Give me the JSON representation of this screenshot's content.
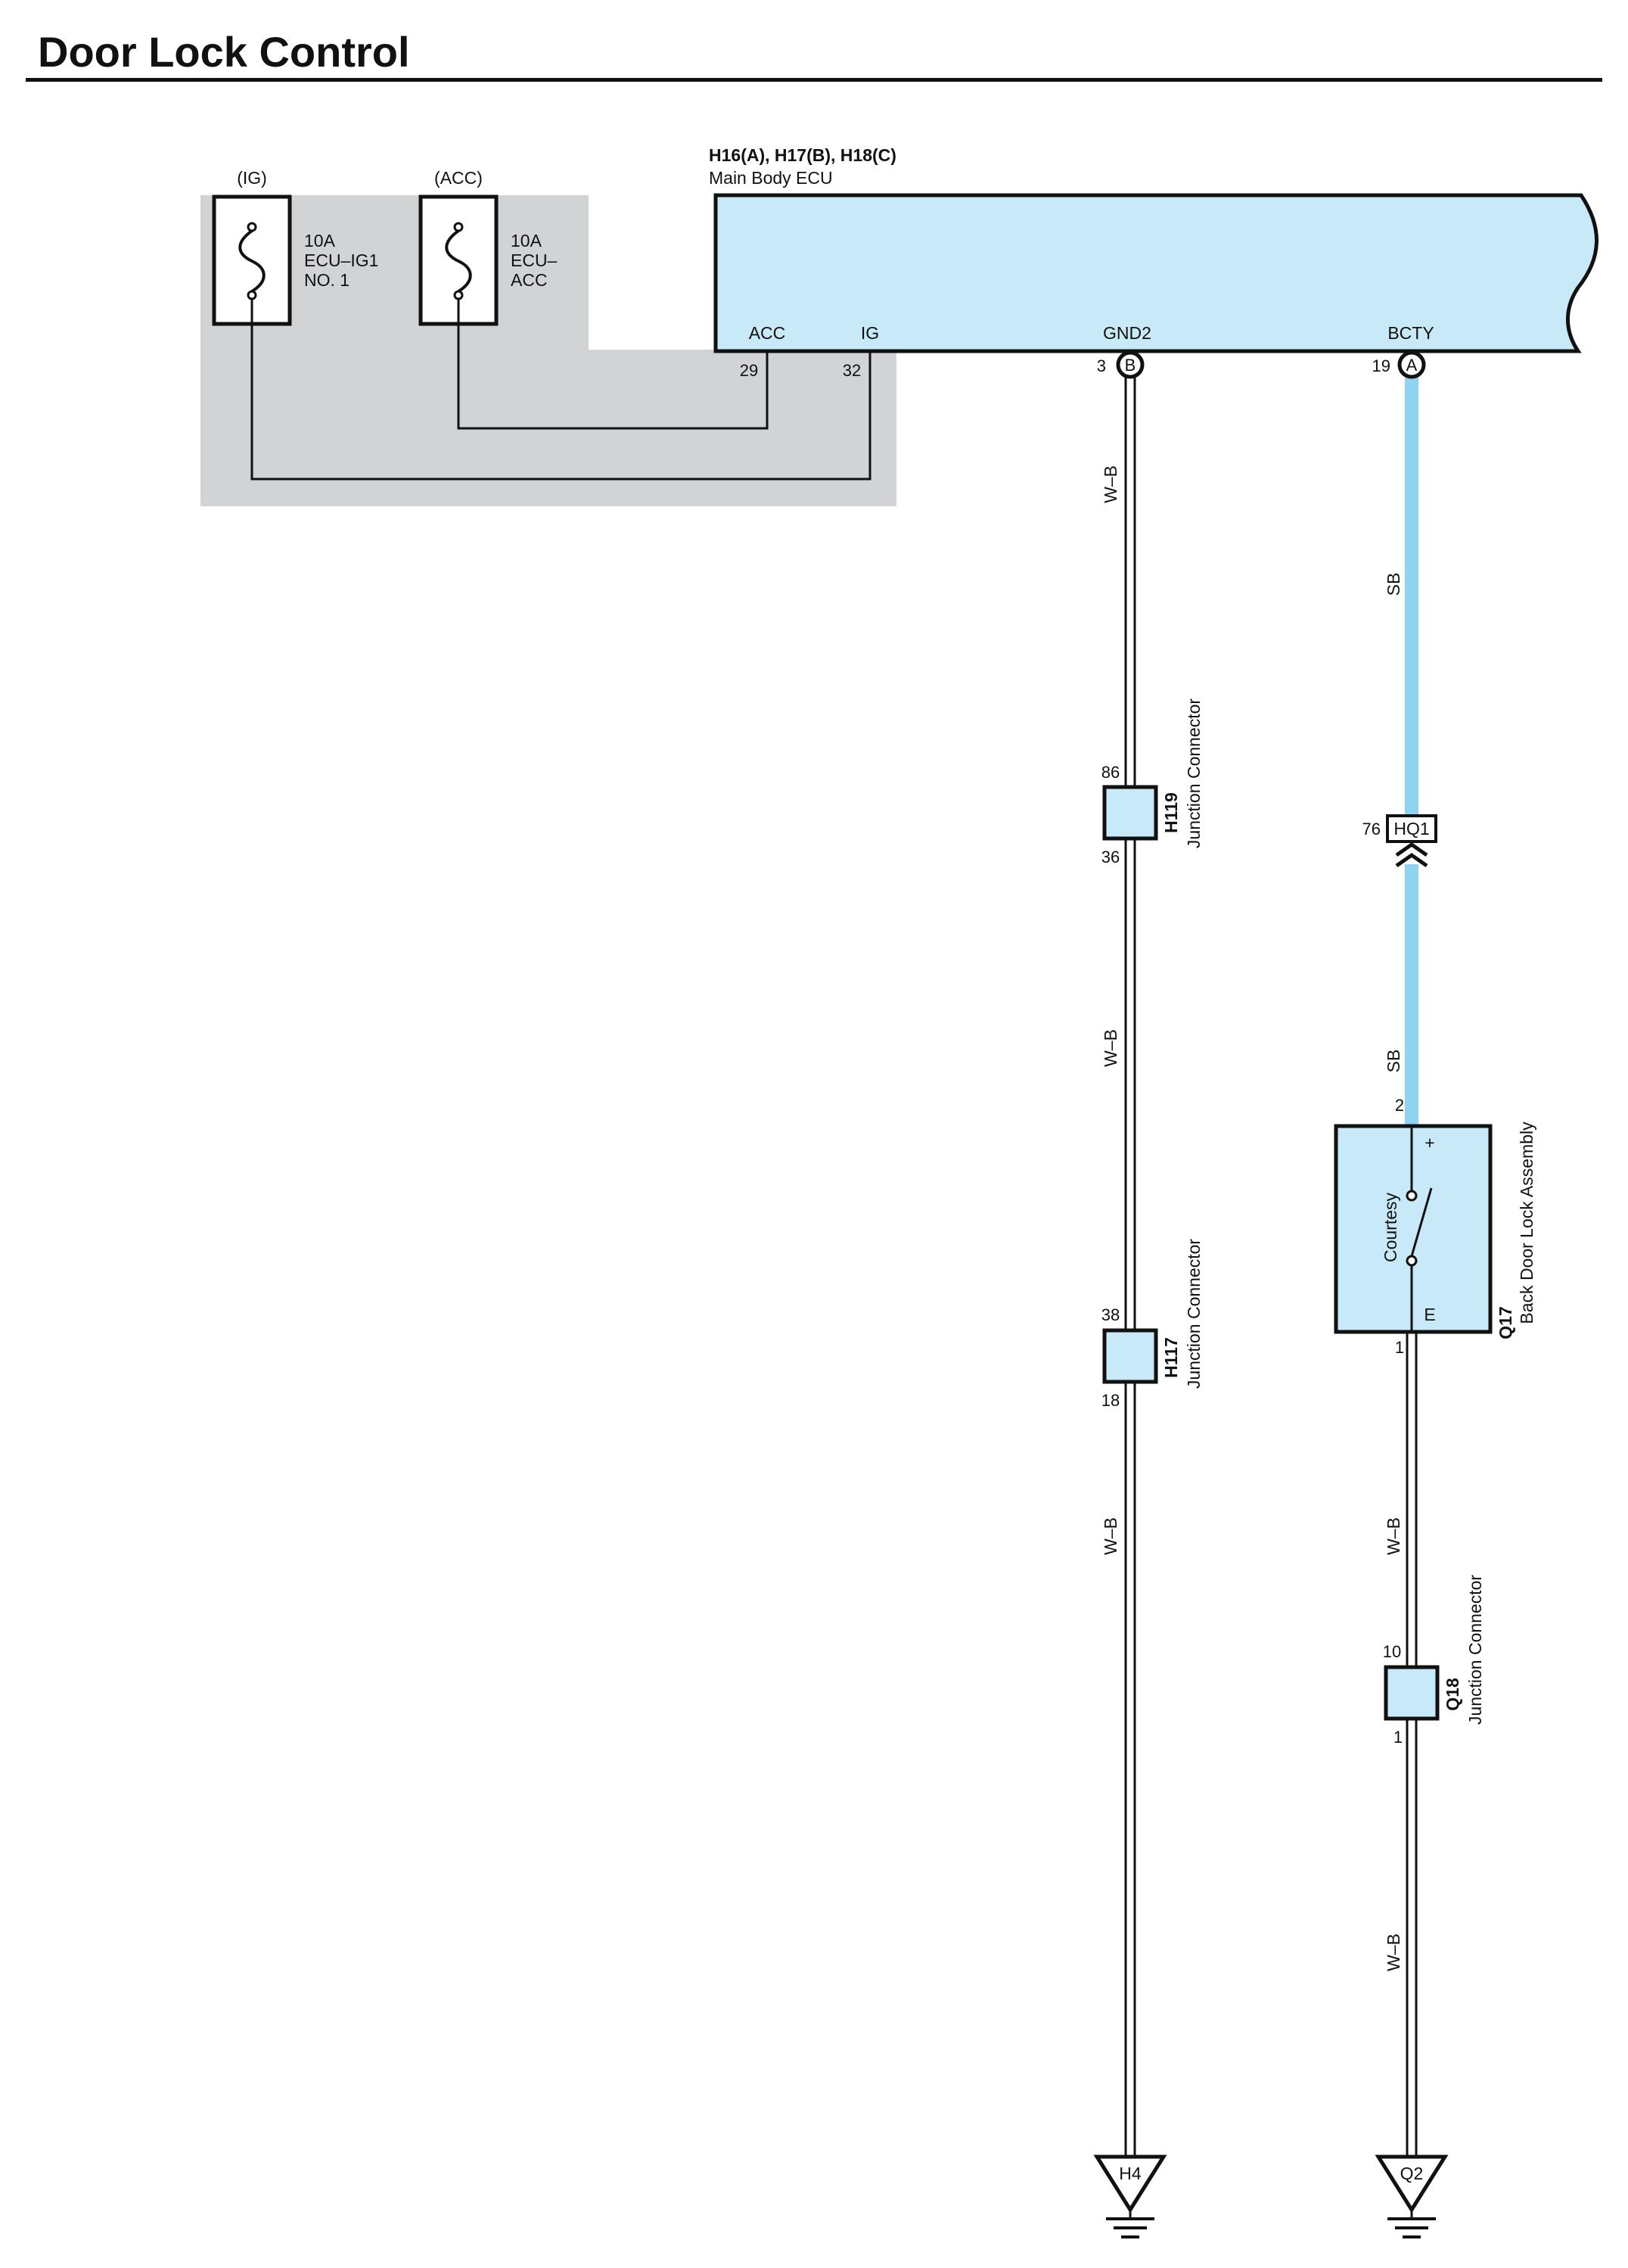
{
  "title": "Door Lock Control",
  "colors": {
    "ecu_fill": "#c8e9f8",
    "fuse_area_fill": "#d2d3d5",
    "sb_wire": "#8fd3f3",
    "line": "#111111"
  },
  "fuses": {
    "ig": {
      "circuit": "(IG)",
      "rating": "10A",
      "name_line1": "ECU–IG1",
      "name_line2": "NO. 1"
    },
    "acc": {
      "circuit": "(ACC)",
      "rating": "10A",
      "name_line1": "ECU–",
      "name_line2": "ACC"
    }
  },
  "ecu": {
    "connectors": "H16(A), H17(B), H18(C)",
    "name": "Main Body ECU",
    "terminals": {
      "acc": {
        "label": "ACC",
        "pin": "29"
      },
      "ig": {
        "label": "IG",
        "pin": "32"
      },
      "gnd2": {
        "label": "GND2",
        "pin": "3",
        "connector": "B"
      },
      "bcty": {
        "label": "BCTY",
        "pin": "19",
        "connector": "A"
      }
    }
  },
  "wire_colors": {
    "wb": "W–B",
    "sb": "SB"
  },
  "junctions": {
    "h119": {
      "id": "H119",
      "name": "Junction Connector",
      "pin_in": "86",
      "pin_out": "36"
    },
    "h117": {
      "id": "H117",
      "name": "Junction Connector",
      "pin_in": "38",
      "pin_out": "18"
    },
    "q18": {
      "id": "Q18",
      "name": "Junction Connector",
      "pin_in": "10",
      "pin_out": "1"
    }
  },
  "inline_connector": {
    "id": "HQ1",
    "pin": "76"
  },
  "back_door_lock": {
    "id": "Q17",
    "name": "Back Door Lock Assembly",
    "switch_label": "Courtesy",
    "plus": "+",
    "e": "E",
    "pin_plus": "2",
    "pin_e": "1"
  },
  "grounds": {
    "h4": "H4",
    "q2": "Q2"
  }
}
